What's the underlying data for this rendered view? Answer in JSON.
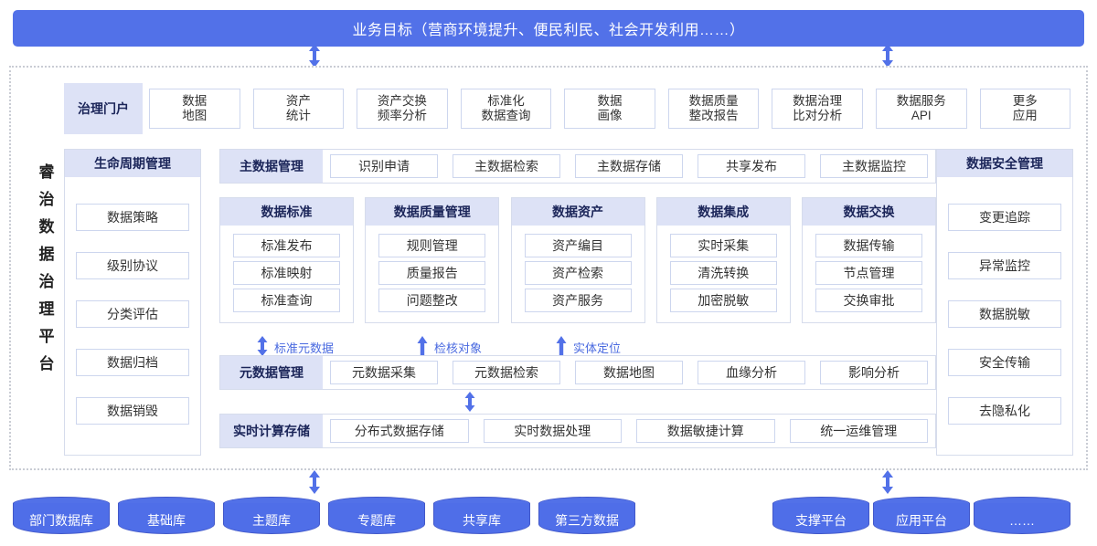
{
  "colors": {
    "brand": "#5271e8",
    "head_bg": "#dde2f6",
    "cell_border": "#cdd6ee",
    "arrow": "#5271e8",
    "flow_label": "#4a6ae0"
  },
  "goal_banner": {
    "text": "业务目标（营商环境提升、便民利民、社会开发利用……）"
  },
  "platform_title": [
    "睿",
    "治",
    "数",
    "据",
    "治",
    "理",
    "平",
    "台"
  ],
  "portal": {
    "head": "治理门户",
    "items": [
      "数据\n地图",
      "资产\n统计",
      "资产交换\n频率分析",
      "标准化\n数据查询",
      "数据\n画像",
      "数据质量\n整改报告",
      "数据治理\n比对分析",
      "数据服务\nAPI",
      "更多\n应用"
    ]
  },
  "lifecycle": {
    "head": "生命周期管理",
    "items": [
      "数据策略",
      "级别协议",
      "分类评估",
      "数据归档",
      "数据销毁"
    ]
  },
  "security": {
    "head": "数据安全管理",
    "items": [
      "变更追踪",
      "异常监控",
      "数据脱敏",
      "安全传输",
      "去隐私化"
    ]
  },
  "master_data": {
    "head": "主数据管理",
    "items": [
      "识别申请",
      "主数据检索",
      "主数据存储",
      "共享发布",
      "主数据监控"
    ]
  },
  "domains": [
    {
      "head": "数据标准",
      "items": [
        "标准发布",
        "标准映射",
        "标准查询"
      ]
    },
    {
      "head": "数据质量管理",
      "items": [
        "规则管理",
        "质量报告",
        "问题整改"
      ]
    },
    {
      "head": "数据资产",
      "items": [
        "资产编目",
        "资产检索",
        "资产服务"
      ]
    },
    {
      "head": "数据集成",
      "items": [
        "实时采集",
        "清洗转换",
        "加密脱敏"
      ]
    },
    {
      "head": "数据交换",
      "items": [
        "数据传输",
        "节点管理",
        "交换审批"
      ]
    }
  ],
  "flow_labels": [
    {
      "text": "标准元数据",
      "arrow": "double"
    },
    {
      "text": "检核对象",
      "arrow": "up"
    },
    {
      "text": "实体定位",
      "arrow": "up"
    }
  ],
  "metadata": {
    "head": "元数据管理",
    "items": [
      "元数据采集",
      "元数据检索",
      "数据地图",
      "血缘分析",
      "影响分析"
    ]
  },
  "realtime": {
    "head": "实时计算存储",
    "items": [
      "分布式数据存储",
      "实时数据处理",
      "数据敏捷计算",
      "统一运维管理"
    ]
  },
  "sources_left": [
    "部门数据库",
    "基础库",
    "主题库",
    "专题库",
    "共享库",
    "第三方数据"
  ],
  "sources_right": [
    "支撑平台",
    "应用平台",
    "……"
  ]
}
